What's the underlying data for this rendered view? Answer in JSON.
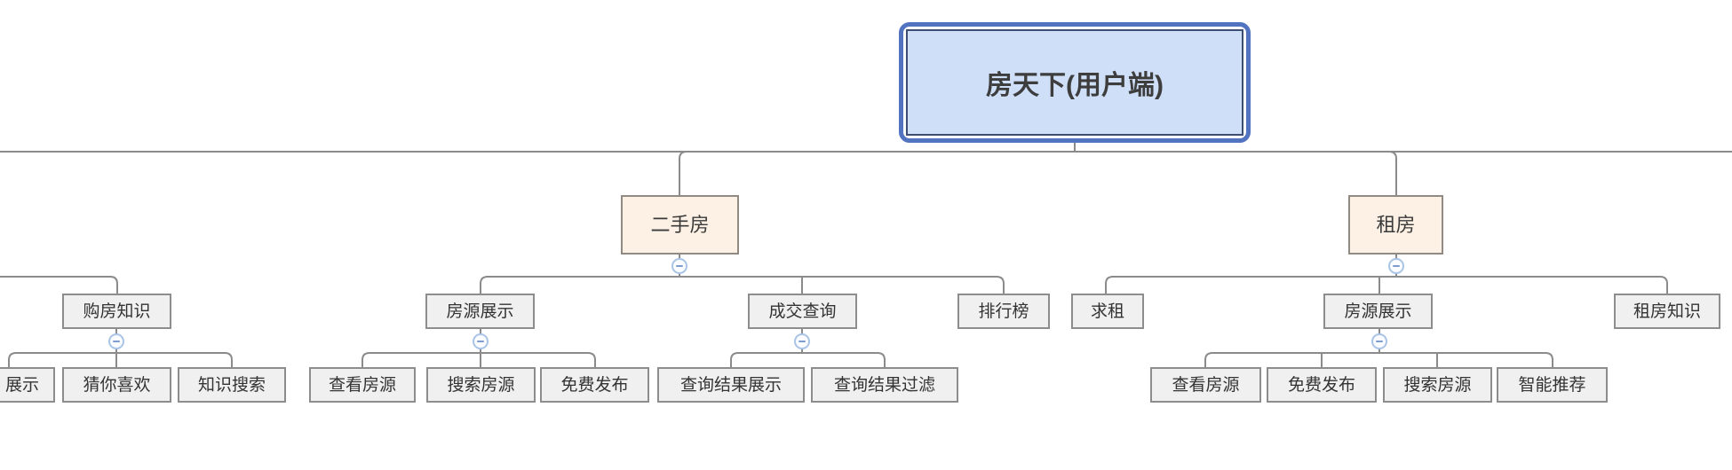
{
  "root": {
    "label": "房天下(用户端)"
  },
  "nodes": [
    {
      "id": "second-hand-house",
      "label": "二手房",
      "level": 1,
      "parent": "房天下(用户端)"
    },
    {
      "id": "rent-house",
      "label": "租房",
      "level": 1,
      "parent": "房天下(用户端)"
    },
    {
      "id": "house-buying-knowledge",
      "label": "购房知识",
      "level": 2,
      "parent": null
    },
    {
      "id": "listing-display-secondhand",
      "label": "房源展示",
      "level": 2,
      "parent": "二手房"
    },
    {
      "id": "deal-query",
      "label": "成交查询",
      "level": 2,
      "parent": "二手房"
    },
    {
      "id": "ranking-list",
      "label": "排行榜",
      "level": 2,
      "parent": "二手房"
    },
    {
      "id": "seek-rent",
      "label": "求租",
      "level": 2,
      "parent": "租房"
    },
    {
      "id": "listing-display-rent",
      "label": "房源展示",
      "level": 2,
      "parent": "租房"
    },
    {
      "id": "rent-knowledge",
      "label": "租房知识",
      "level": 2,
      "parent": "租房"
    },
    {
      "id": "display-clipped",
      "label": "展示",
      "level": 3,
      "parent": "购房知识"
    },
    {
      "id": "guess-you-like",
      "label": "猜你喜欢",
      "level": 3,
      "parent": "购房知识"
    },
    {
      "id": "knowledge-search",
      "label": "知识搜索",
      "level": 3,
      "parent": "购房知识"
    },
    {
      "id": "view-listings-secondhand",
      "label": "查看房源",
      "level": 3,
      "parent": "房源展示"
    },
    {
      "id": "search-listings-secondhand",
      "label": "搜索房源",
      "level": 3,
      "parent": "房源展示"
    },
    {
      "id": "free-publish-secondhand",
      "label": "免费发布",
      "level": 3,
      "parent": "房源展示"
    },
    {
      "id": "query-result-display",
      "label": "查询结果展示",
      "level": 3,
      "parent": "成交查询"
    },
    {
      "id": "query-result-filter",
      "label": "查询结果过滤",
      "level": 3,
      "parent": "成交查询"
    },
    {
      "id": "view-listings-rent",
      "label": "查看房源",
      "level": 3,
      "parent": "房源展示"
    },
    {
      "id": "free-publish-rent",
      "label": "免费发布",
      "level": 3,
      "parent": "房源展示"
    },
    {
      "id": "search-listings-rent",
      "label": "搜索房源",
      "level": 3,
      "parent": "房源展示"
    },
    {
      "id": "smart-recommend",
      "label": "智能推荐",
      "level": 3,
      "parent": "房源展示"
    }
  ],
  "colors": {
    "root_fill": "#cfdff7",
    "root_selection_border": "#5173c0",
    "root_inner_border": "#3c4e72",
    "branch_fill": "#fcf1e4",
    "node_fill": "#f0f0f0",
    "node_border": "#8d8d8d",
    "connector_line": "#8b8b8b",
    "collapse_icon_border": "#a9c4e6",
    "collapse_icon_minus": "#7d9dd2",
    "text": "#333333"
  }
}
